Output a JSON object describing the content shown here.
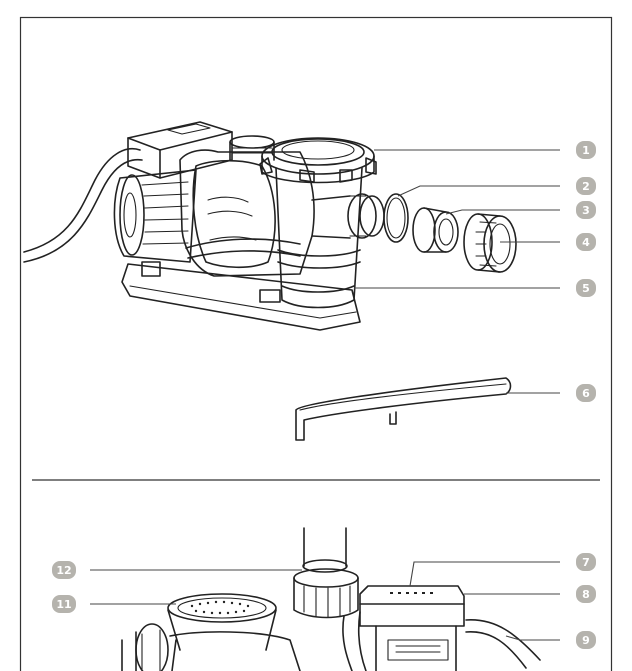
{
  "callouts": [
    {
      "number": "1"
    },
    {
      "number": "2"
    },
    {
      "number": "3"
    },
    {
      "number": "4"
    },
    {
      "number": "5"
    },
    {
      "number": "6"
    },
    {
      "number": "7"
    },
    {
      "number": "8"
    },
    {
      "number": "9"
    },
    {
      "number": "11"
    },
    {
      "number": "12"
    }
  ],
  "colors": {
    "badge": "#b5b3ad",
    "ink": "#222222",
    "frame": "#333333"
  }
}
